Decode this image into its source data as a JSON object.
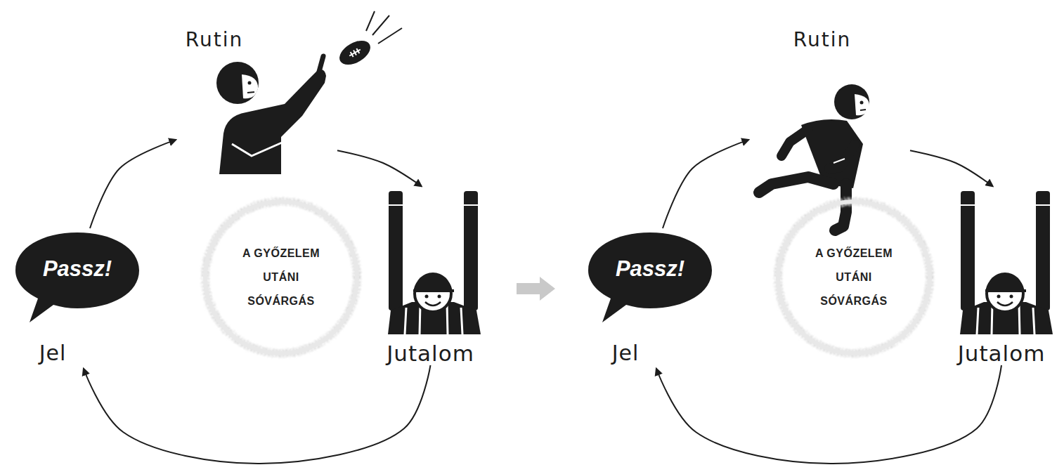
{
  "diagram": {
    "nodes": [
      {
        "text": [
          "Rutin"
        ]
      },
      {
        "text": [
          "Passz!",
          "Jel"
        ]
      },
      {
        "text": [
          "A GYŐZELEM UTÁNI SÓVÁRGÁS"
        ]
      },
      {
        "text": [
          "Jutalom"
        ]
      },
      {
        "text": [
          "Rutin"
        ]
      },
      {
        "text": [
          "Passz!",
          "Jel"
        ]
      },
      {
        "text": [
          "A GYŐZELEM UTÁNI SÓVÁRGÁS"
        ]
      },
      {
        "text": [
          "Jutalom"
        ]
      }
    ],
    "edges": [
      {
        "from": 1,
        "to": 0,
        "arrow": "to"
      },
      {
        "from": 0,
        "to": 3,
        "arrow": "to"
      },
      {
        "from": 3,
        "to": 1,
        "arrow": "to"
      },
      {
        "from": 5,
        "to": 4,
        "arrow": "to"
      },
      {
        "from": 4,
        "to": 7,
        "arrow": "to"
      },
      {
        "from": 7,
        "to": 5,
        "arrow": "to"
      }
    ]
  }
}
